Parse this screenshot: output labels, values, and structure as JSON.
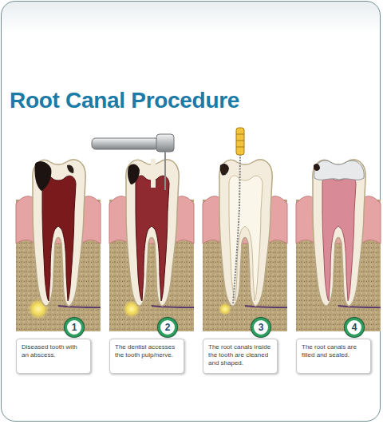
{
  "diagram": {
    "title": "Root Canal Procedure",
    "nodes": [
      {
        "text": [
          "1"
        ]
      },
      {
        "text": [
          "Diseased tooth with an abscess."
        ]
      },
      {
        "text": [
          "2"
        ]
      },
      {
        "text": [
          "The dentist accesses the tooth pulp/nerve."
        ]
      },
      {
        "text": [
          "3"
        ]
      },
      {
        "text": [
          "The root canals inside the tooth are cleaned and shaped."
        ]
      },
      {
        "text": [
          "4"
        ]
      },
      {
        "text": [
          "The root canals are filled and sealed."
        ]
      }
    ]
  }
}
